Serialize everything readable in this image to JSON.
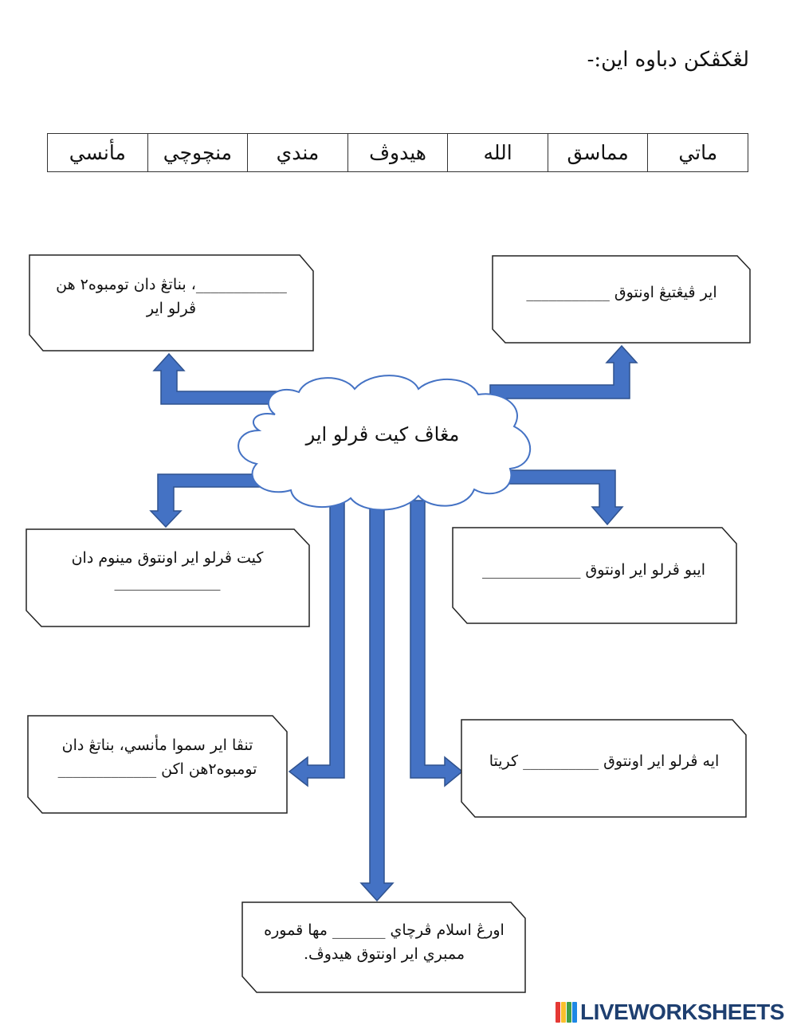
{
  "title": "لڠكڤكن دباوه اين:-",
  "word_bank": [
    "ماتي",
    "مماسق",
    "الله",
    "هيدوڤ",
    "مندي",
    "منچوچي",
    "مأنسي"
  ],
  "center": "مڠاڤ كيت ڤرلو اير",
  "boxes": {
    "top_left": "____________، بناتڠ دان تومبوه٢ هن ڤرلو اير",
    "top_right": "اير ڤيڠتيڠ اونتوق ___________",
    "mid_left": "كيت ڤرلو اير اونتوق مينوم دان ______________",
    "mid_right": "ايبو ڤرلو اير اونتوق _____________",
    "low_left": "تنڤا اير سموا مأنسي، بناتڠ دان تومبوه٢هن اكن _____________",
    "low_right": "ايه ڤرلو اير اونتوق __________ كريتا",
    "bottom": "اورڠ اسلام ڤرچاي _______ مها قموره ممبري اير اونتوق هيدوڤ."
  },
  "brand": {
    "name": "LIVEWORKSHEETS",
    "colors": [
      "#e53935",
      "#fbc02d",
      "#43a047",
      "#1e88e5"
    ]
  },
  "colors": {
    "arrow": "#4472c4",
    "arrow_stroke": "#2f528f",
    "cloud_stroke": "#4472c4"
  }
}
